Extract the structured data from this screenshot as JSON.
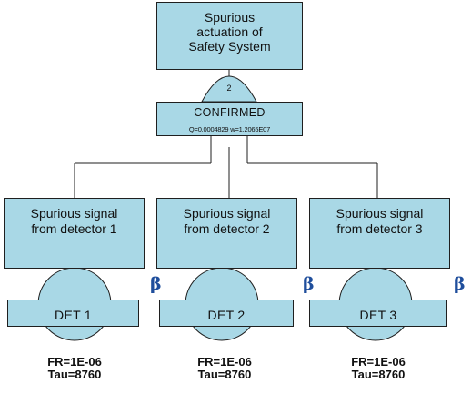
{
  "top_event": {
    "label": "Spurious\nactuation of\nSafety System"
  },
  "gate": {
    "vote_number": "2",
    "label": "CONFIRMED",
    "stats": "Q=0.0004829 w=1.2065E07"
  },
  "events": [
    {
      "title": "Spurious signal\nfrom detector 1",
      "basic_label": "DET 1",
      "fr": "FR=1E-06",
      "tau": "Tau=8760"
    },
    {
      "title": "Spurious signal\nfrom detector 2",
      "basic_label": "DET 2",
      "fr": "FR=1E-06",
      "tau": "Tau=8760"
    },
    {
      "title": "Spurious signal\nfrom detector 3",
      "basic_label": "DET 3",
      "fr": "FR=1E-06",
      "tau": "Tau=8760"
    }
  ],
  "beta_symbol": "β",
  "colors": {
    "fill": "#a9d8e6",
    "stroke": "#1f1f1f",
    "beta": "#1f4e9c"
  }
}
